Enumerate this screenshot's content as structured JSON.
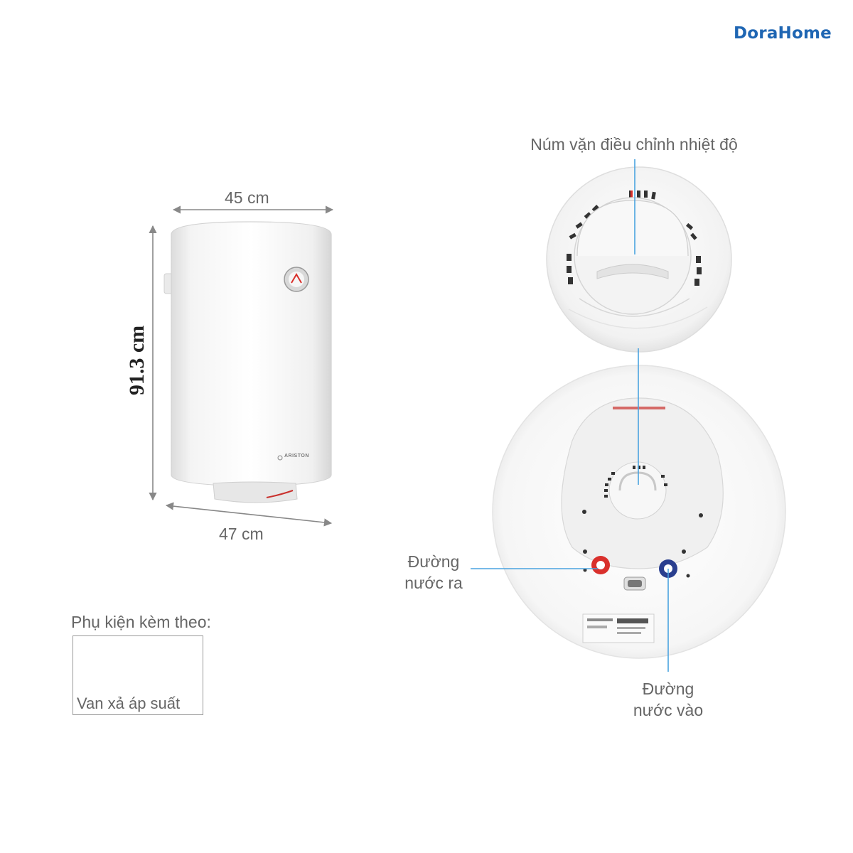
{
  "brand": {
    "logo_text": "DoraHome",
    "color": "#1f66b3"
  },
  "product": {
    "brand_mark_text": "ARISTON",
    "width_label": "45 cm",
    "height_label": "91.3 cm",
    "depth_label": "47 cm"
  },
  "callouts": {
    "thermostat_knob": "Núm vặn điều chỉnh nhiệt độ",
    "water_outlet_line1": "Đường",
    "water_outlet_line2": "nước ra",
    "water_inlet_line1": "Đường",
    "water_inlet_line2": "nước vào"
  },
  "accessories": {
    "title": "Phụ kiện kèm theo:",
    "item_label": "Van xả áp suất"
  },
  "colors": {
    "accent_line": "#4aa3e0",
    "hot_pipe": "#d9302c",
    "cold_pipe": "#2a3f8f",
    "valve_brass": "#c8a048",
    "valve_handle": "#2a6fd6"
  }
}
